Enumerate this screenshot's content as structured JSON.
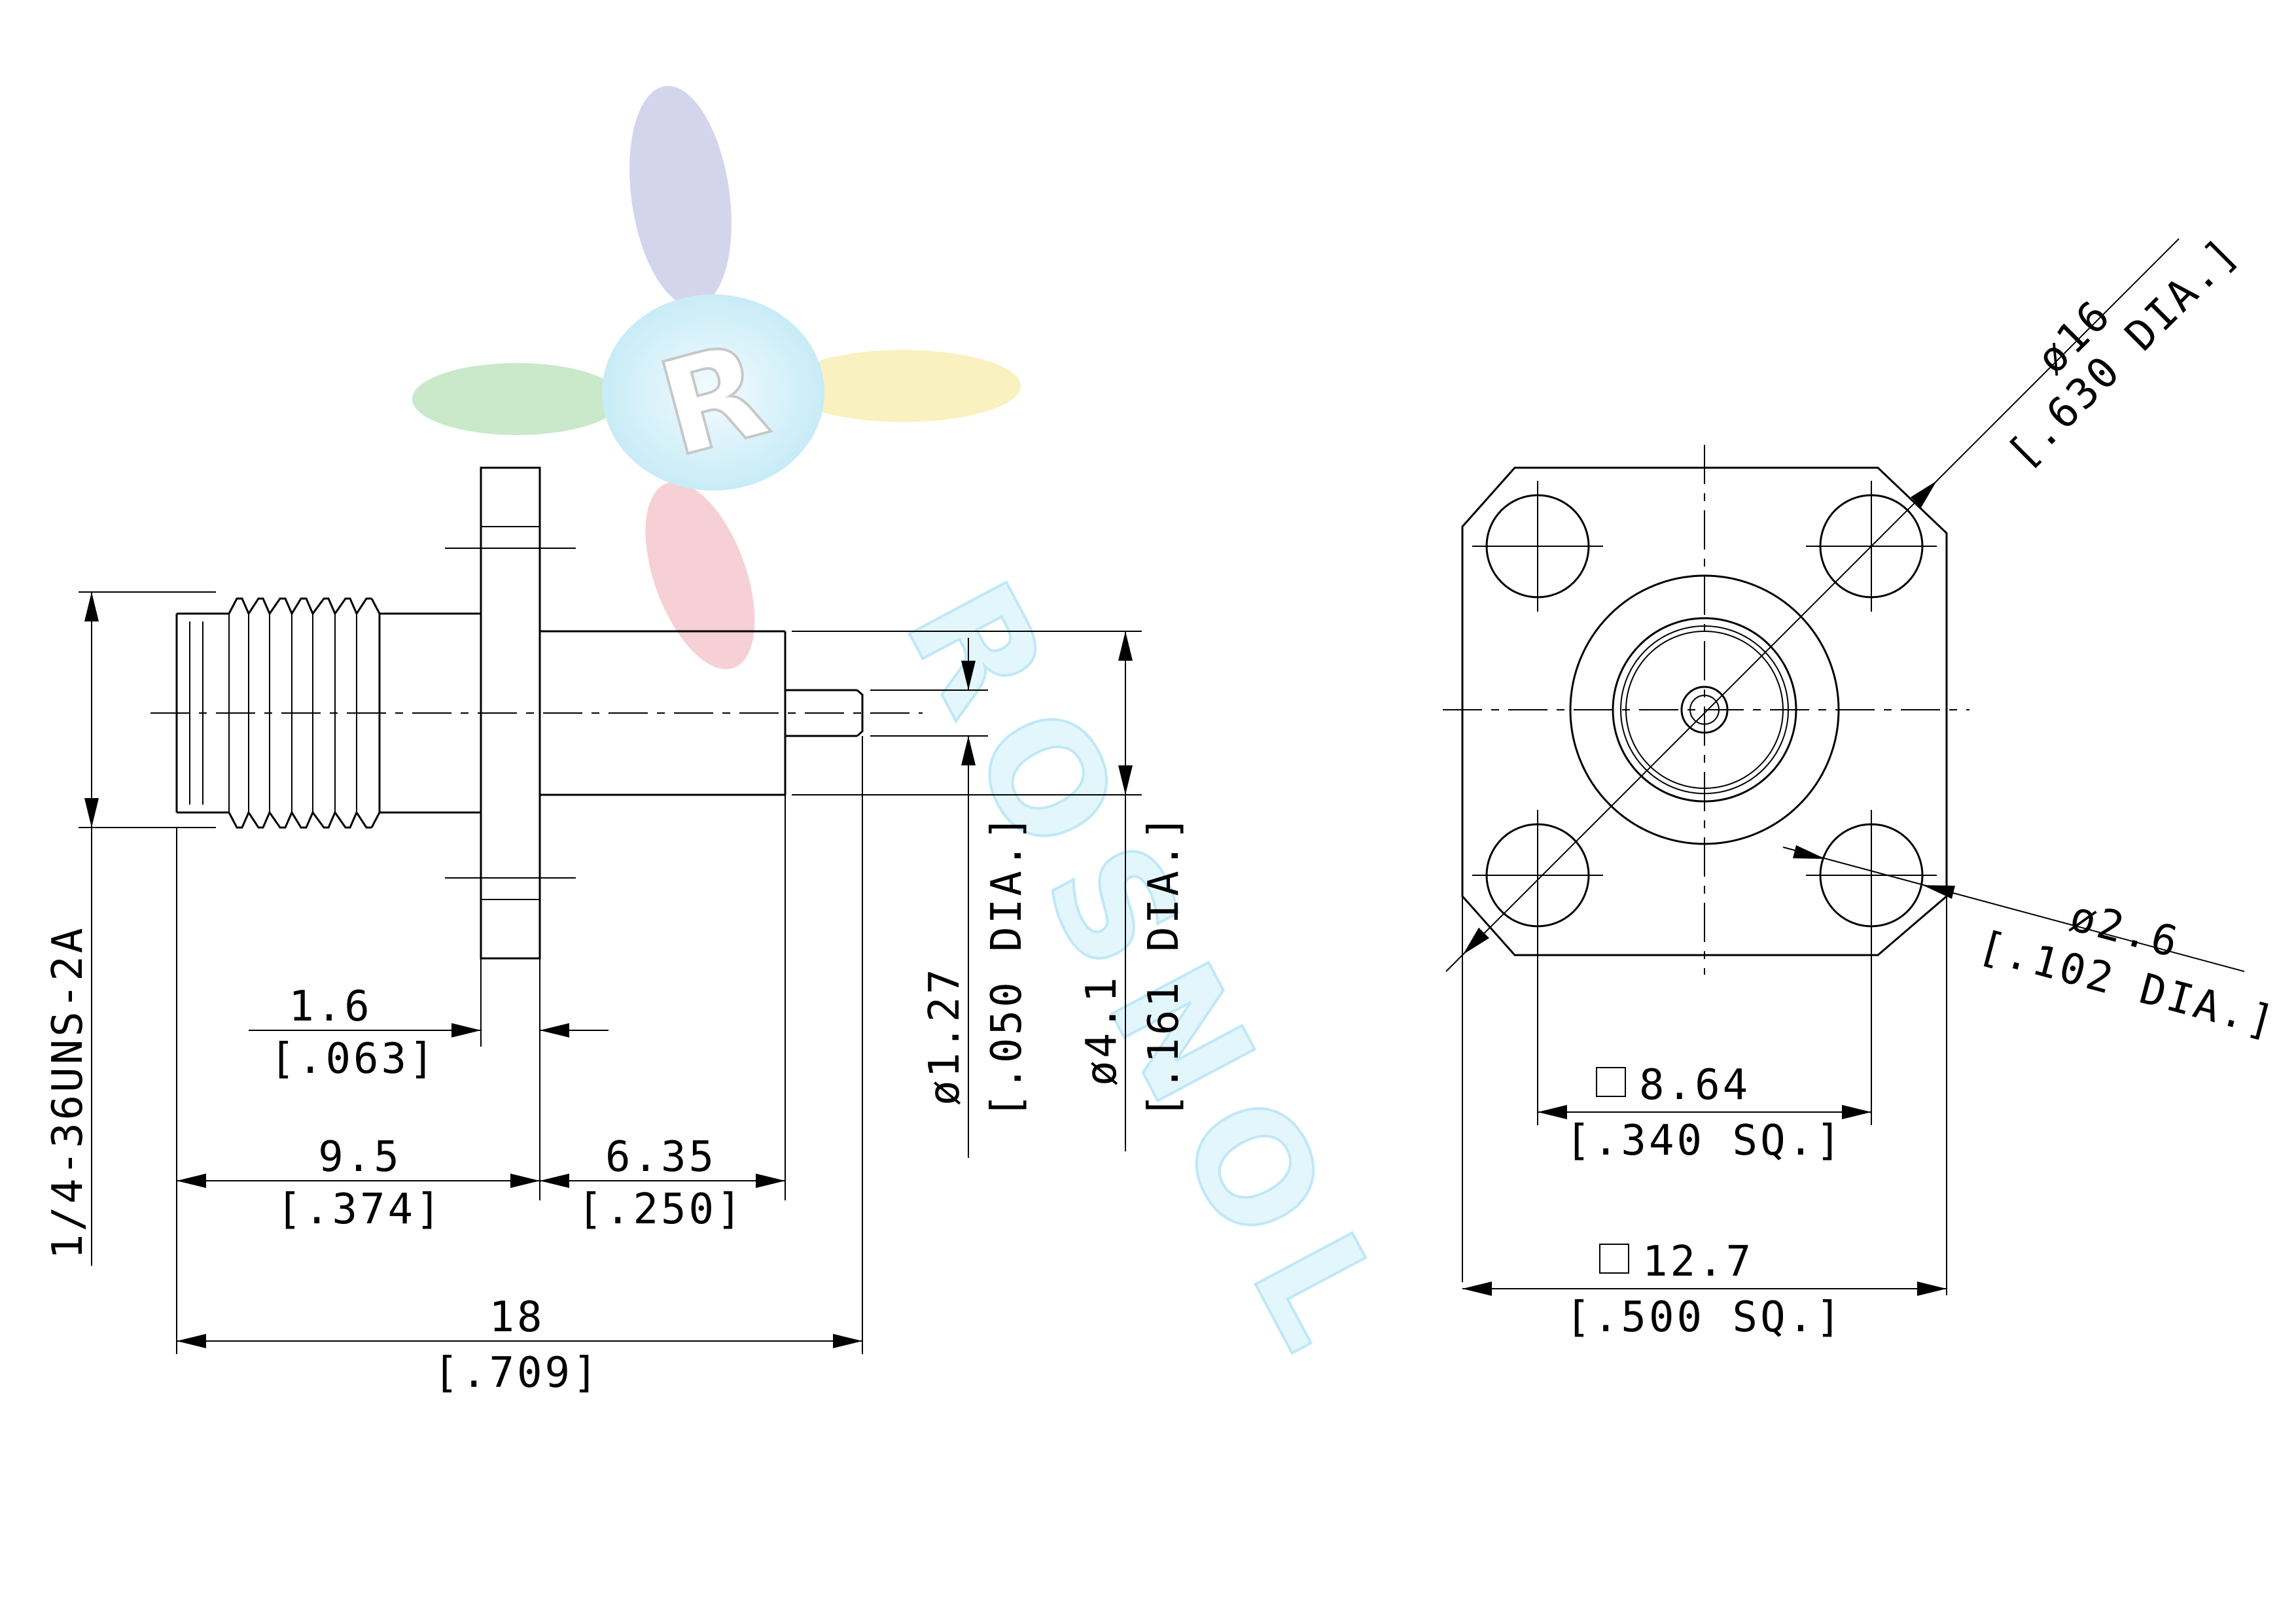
{
  "watermark": {
    "logo_letter": "R",
    "brand": "ROSNOL"
  },
  "side_view": {
    "thread_spec": "1/4-36UNS-2A",
    "flange_thickness": {
      "mm": "1.6",
      "inch": "[.063]"
    },
    "body_length": {
      "mm": "9.5",
      "inch": "[.374]"
    },
    "insulator_length": {
      "mm": "6.35",
      "inch": "[.250]"
    },
    "overall_length": {
      "mm": "18",
      "inch": "[.709]"
    },
    "pin_diameter": {
      "mm": "ø1.27",
      "inch": "[.050 DIA.]"
    },
    "insulator_diameter": {
      "mm": "ø4.1",
      "inch": "[.161 DIA.]"
    }
  },
  "front_view": {
    "bolt_circle": {
      "mm": "ø16",
      "inch": "[.630 DIA.]"
    },
    "hole_diameter": {
      "mm": "ø2.6",
      "inch": "[.102 DIA.]"
    },
    "hole_spacing": {
      "mm": "8.64",
      "inch": "[.340 SQ.]"
    },
    "flange_size": {
      "mm": "12.7",
      "inch": "[.500 SQ.]"
    }
  },
  "colors": {
    "line": "#000000",
    "watermark_blue": "#7fd3ee",
    "watermark_red": "#e8a0a8",
    "watermark_green": "#8fd18f",
    "watermark_yellow": "#f3e27a",
    "watermark_purple": "#a9a7d8"
  }
}
